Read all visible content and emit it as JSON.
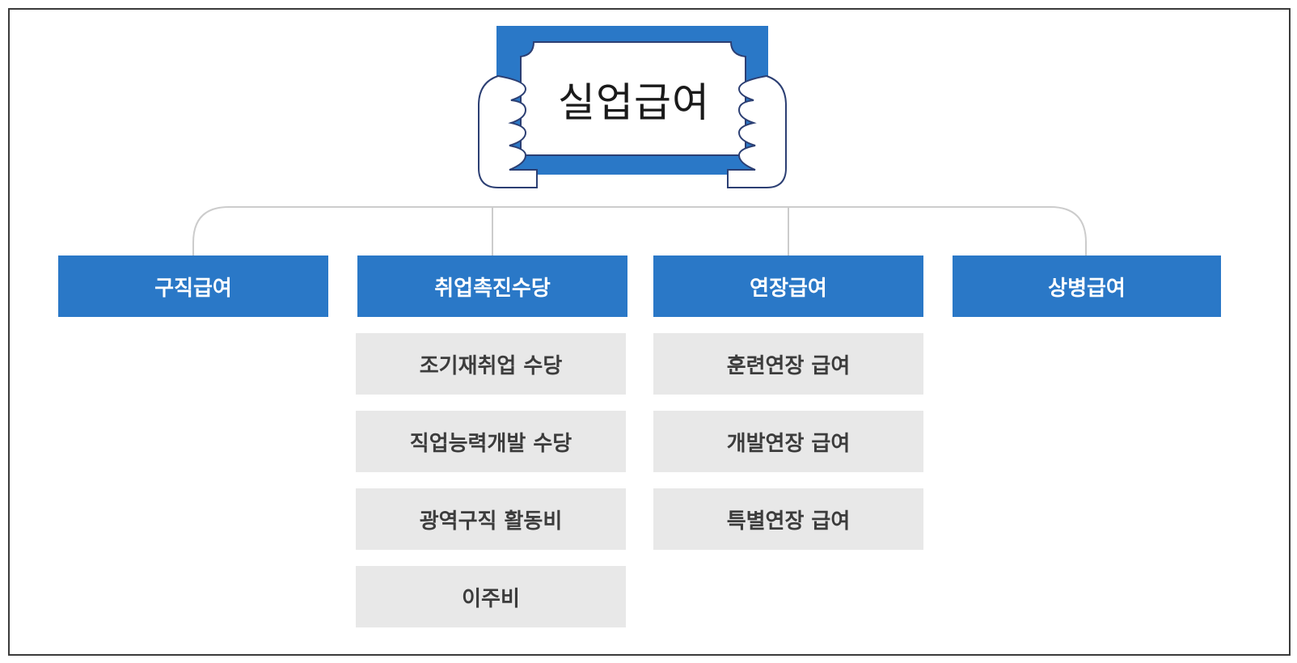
{
  "title": "실업급여",
  "colors": {
    "category_bg": "#2a78c7",
    "sub_bg": "#e8e8e8",
    "line": "#cccccc",
    "frame": "#3b3b3b"
  },
  "icon": "hands-holding-sign-icon",
  "categories": [
    {
      "label": "구직급여",
      "items": []
    },
    {
      "label": "취업촉진수당",
      "items": [
        "조기재취업 수당",
        "직업능력개발 수당",
        "광역구직 활동비",
        "이주비"
      ]
    },
    {
      "label": "연장급여",
      "items": [
        "훈련연장 급여",
        "개발연장 급여",
        "특별연장 급여"
      ]
    },
    {
      "label": "상병급여",
      "items": []
    }
  ]
}
